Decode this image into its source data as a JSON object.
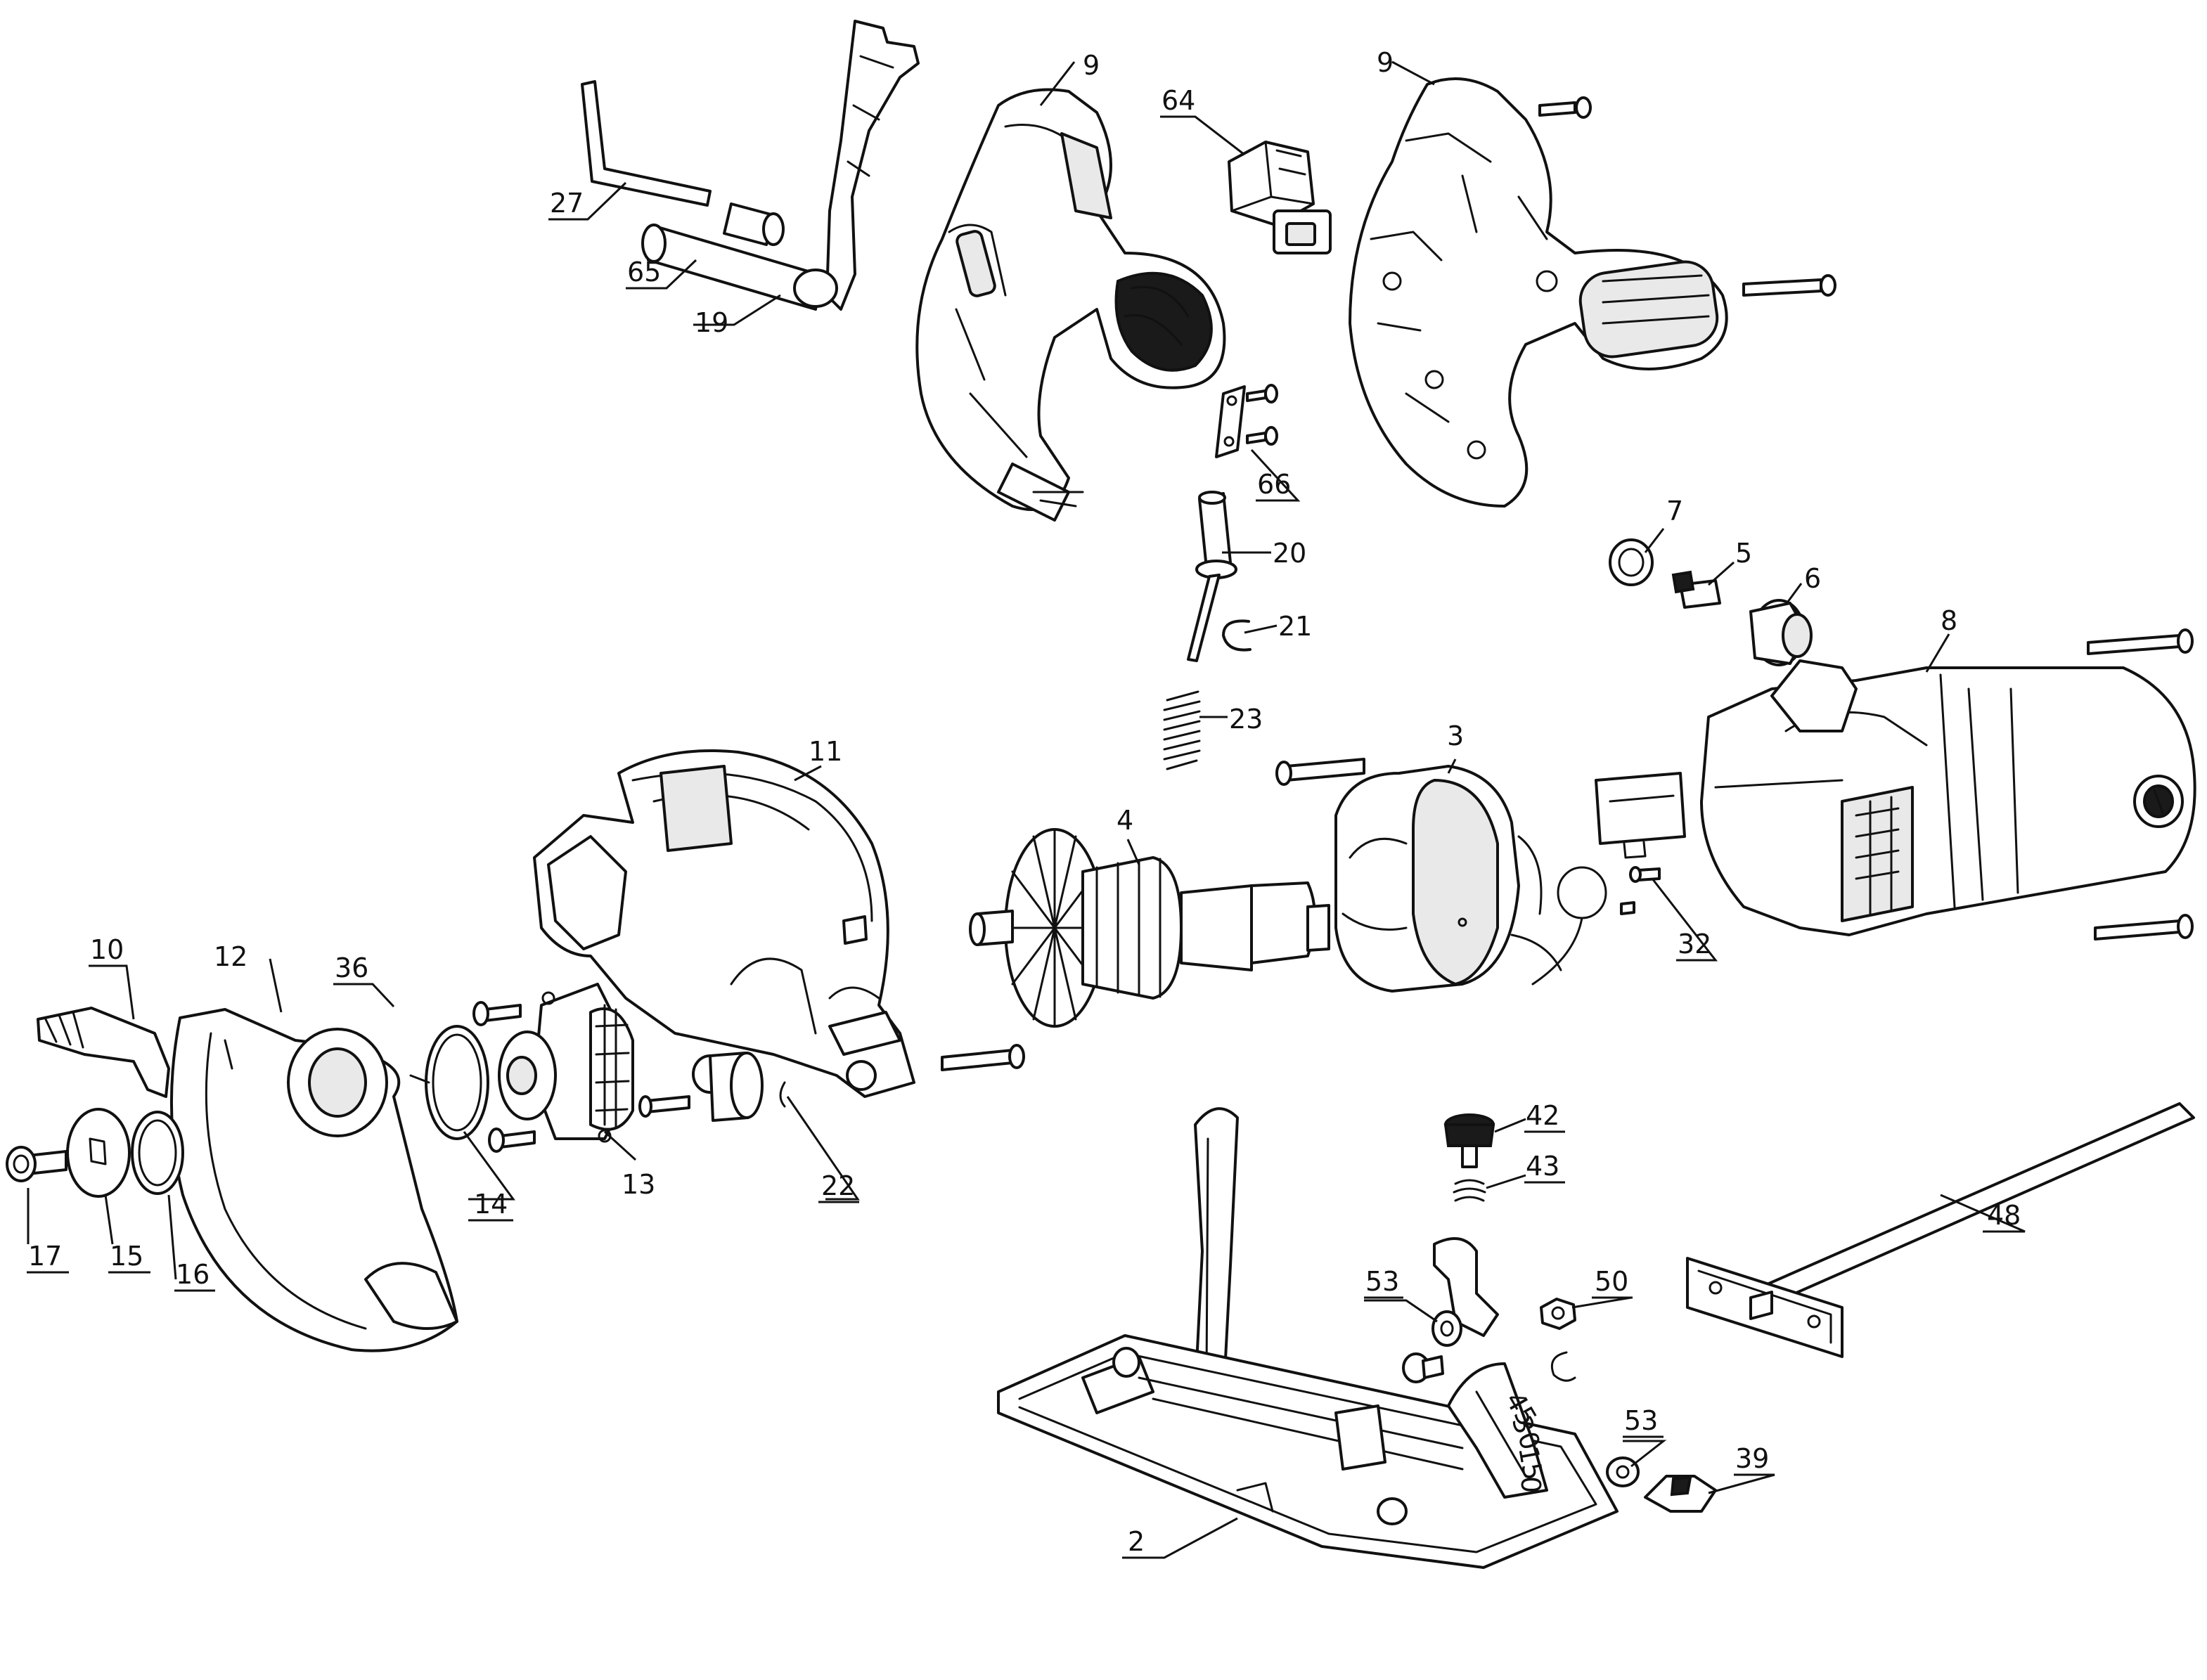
{
  "callouts": {
    "c2": "2",
    "c3": "3",
    "c4": "4",
    "c5": "5",
    "c6": "6",
    "c7": "7",
    "c8": "8",
    "c9a": "9",
    "c9b": "9",
    "c10": "10",
    "c11": "11",
    "c12": "12",
    "c13": "13",
    "c14": "14",
    "c15": "15",
    "c16": "16",
    "c17": "17",
    "c19": "19",
    "c20": "20",
    "c21": "21",
    "c22": "22",
    "c23": "23",
    "c27": "27",
    "c32": "32",
    "c36": "36",
    "c39": "39",
    "c42": "42",
    "c43": "43",
    "c48": "48",
    "c50": "50",
    "c53a": "53",
    "c53b": "53",
    "c64": "64",
    "c65": "65",
    "c66": "66"
  },
  "bevel_scale_marks": {
    "m45": "45",
    "m30": "30",
    "m15": "15",
    "m0": "0"
  }
}
